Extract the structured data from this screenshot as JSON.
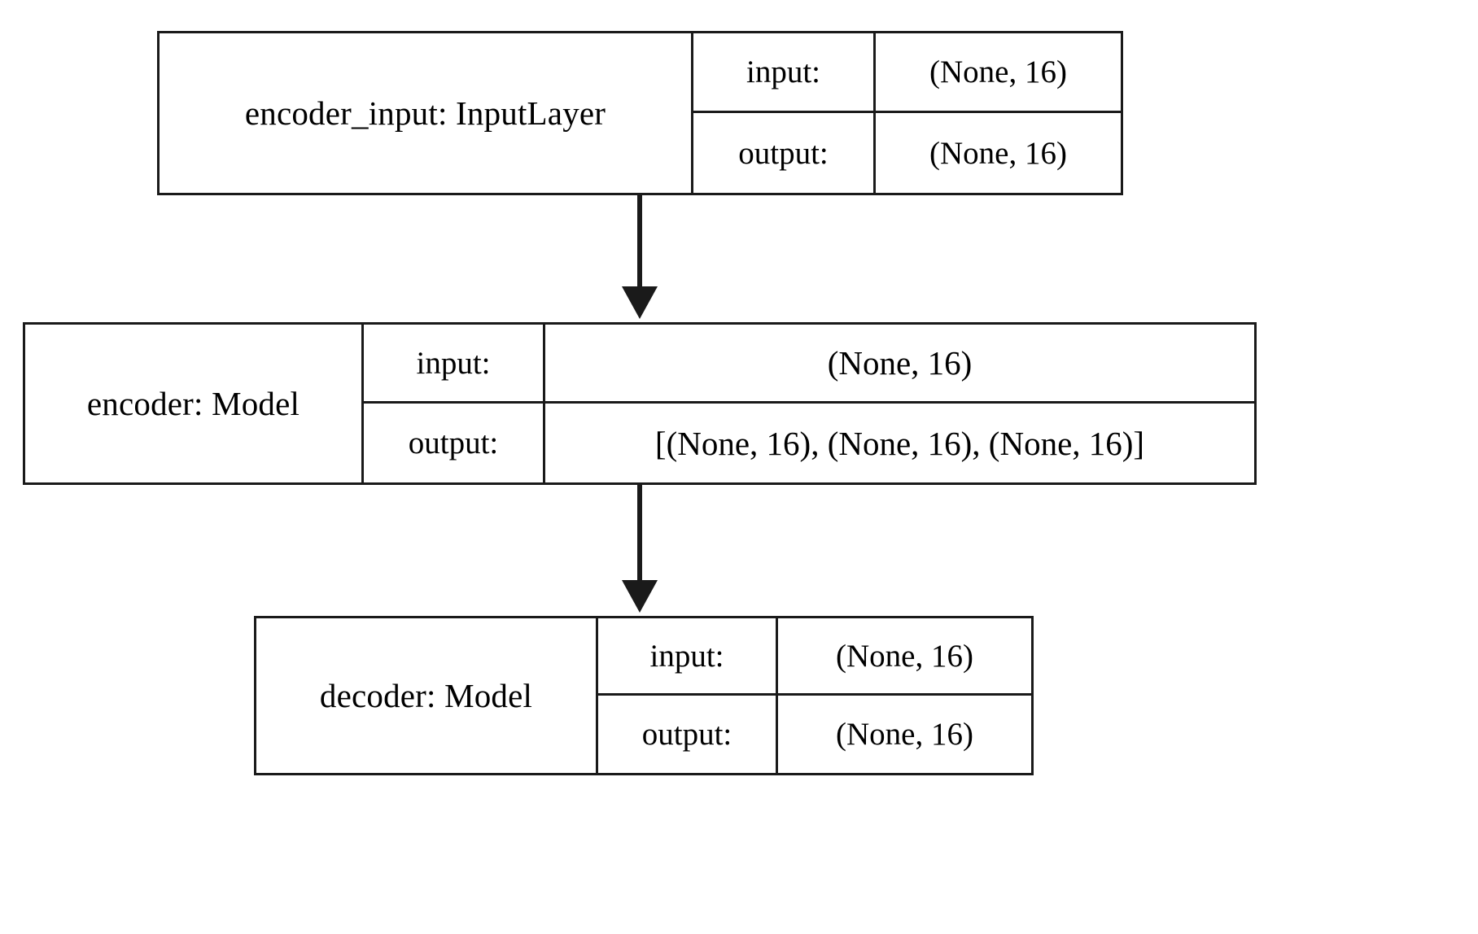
{
  "diagram": {
    "title": "Keras model plot",
    "type": "model-architecture-graph",
    "orientation": "vertical",
    "background_color": "#ffffff",
    "line_color": "#1a1a1a",
    "text_color": "#000000",
    "row_labels": {
      "input": "input:",
      "output": "output:"
    },
    "nodes": [
      {
        "id": "encoder_input",
        "name": "encoder_input: InputLayer",
        "input_label": "input:",
        "input_shape": "(None, 16)",
        "output_label": "output:",
        "output_shape": "(None, 16)"
      },
      {
        "id": "encoder",
        "name": "encoder: Model",
        "input_label": "input:",
        "input_shape": "(None, 16)",
        "output_label": "output:",
        "output_shape": "[(None, 16), (None, 16), (None, 16)]"
      },
      {
        "id": "decoder",
        "name": "decoder: Model",
        "input_label": "input:",
        "input_shape": "(None, 16)",
        "output_label": "output:",
        "output_shape": "(None, 16)"
      }
    ],
    "edges": [
      {
        "id": "edge-encoder-input-to-encoder",
        "from": "encoder_input",
        "to": "encoder",
        "arrowhead": "solid-triangle"
      },
      {
        "id": "edge-encoder-to-decoder",
        "from": "encoder",
        "to": "decoder",
        "arrowhead": "solid-triangle"
      }
    ]
  }
}
